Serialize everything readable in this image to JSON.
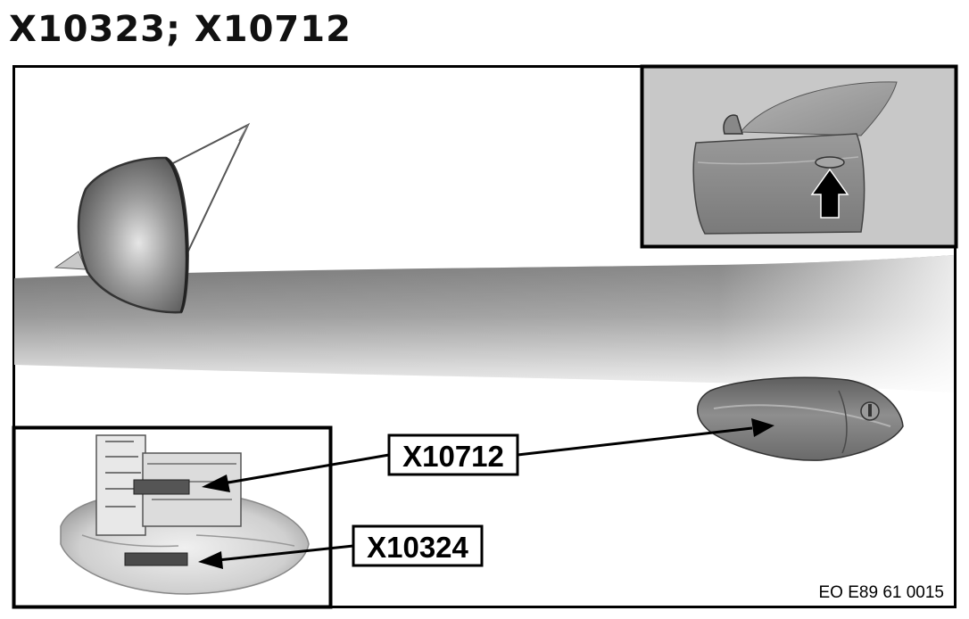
{
  "title": "X10323; X10712",
  "callouts": [
    {
      "label": "X10712"
    },
    {
      "label": "X10324"
    }
  ],
  "reference_code": "EO E89 61 0015",
  "colors": {
    "frame": "#000000",
    "inset_background": "#c8c8c8",
    "body_panel": "#8f8f8f",
    "arrow": "#000000"
  }
}
